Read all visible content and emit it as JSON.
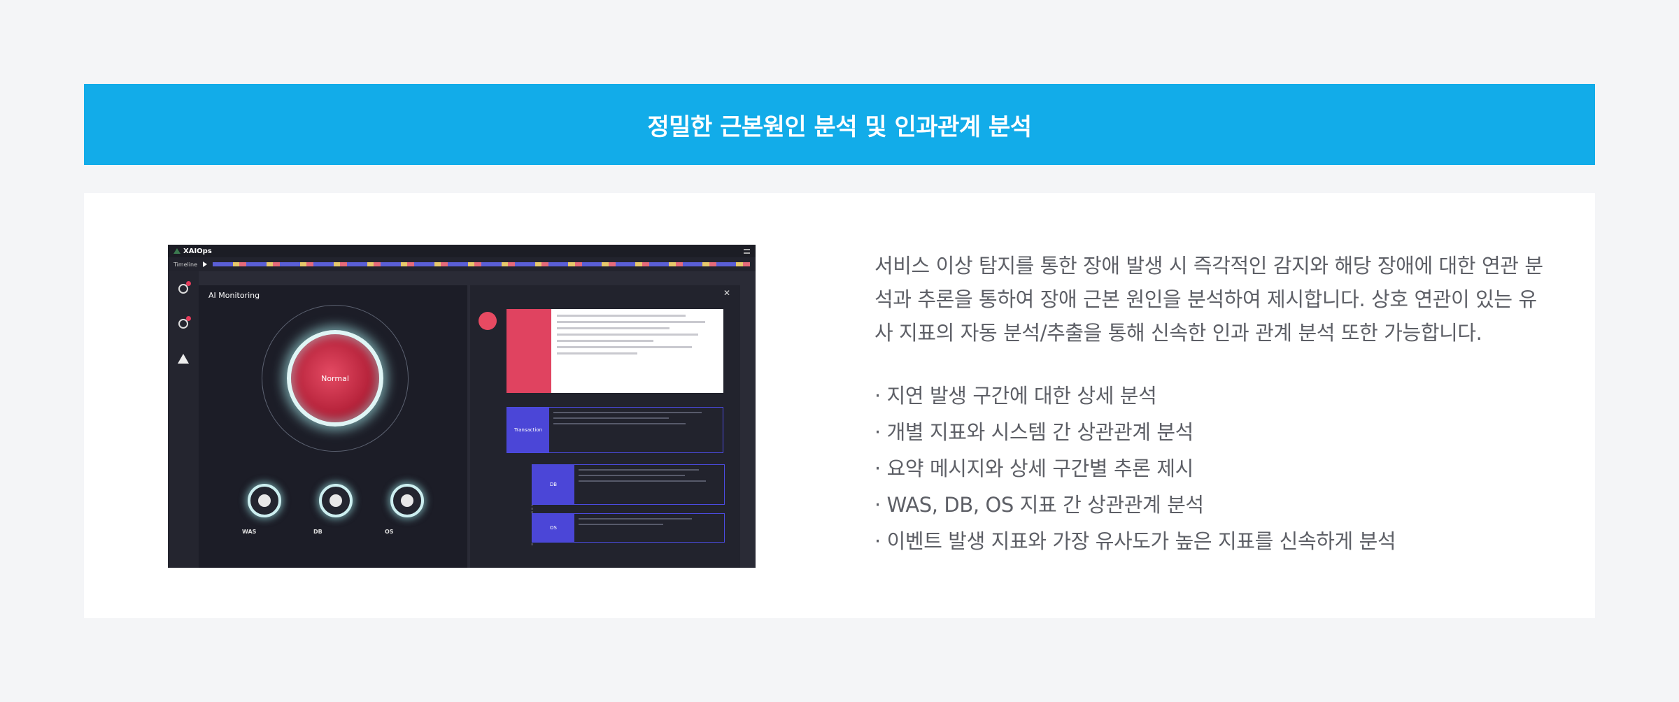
{
  "banner": {
    "title": "정밀한 근본원인 분석 및 인과관계 분석"
  },
  "description": "서비스 이상 탐지를 통한 장애 발생 시 즉각적인 감지와 해당 장애에 대한 연관 분석과 추론을 통하여 장애 근본 원인을 분석하여 제시합니다. 상호 연관이 있는 유사 지표의 자동 분석/추출을 통해 신속한 인과 관계 분석 또한 가능합니다.",
  "bullets": [
    "· 지연 발생 구간에 대한 상세 분석",
    "· 개별 지표와 시스템 간 상관관계 분석",
    "· 요약 메시지와 상세 구간별 추론 제시",
    "· WAS, DB, OS 지표 간 상관관계 분석",
    "· 이벤트 발생 지표와 가장 유사도가 높은 지표를 신속하게 분석"
  ],
  "screenshot": {
    "app_name": "XAIOps",
    "timeline_label": "Timeline",
    "panel_title": "AI Monitoring",
    "status": "Normal",
    "nodes": [
      "WAS",
      "DB",
      "OS"
    ],
    "blocks": [
      "Transaction",
      "DB",
      "OS"
    ],
    "colors": {
      "accent": "#12ace9",
      "alert": "#e04360",
      "block": "#4b46d7"
    }
  }
}
